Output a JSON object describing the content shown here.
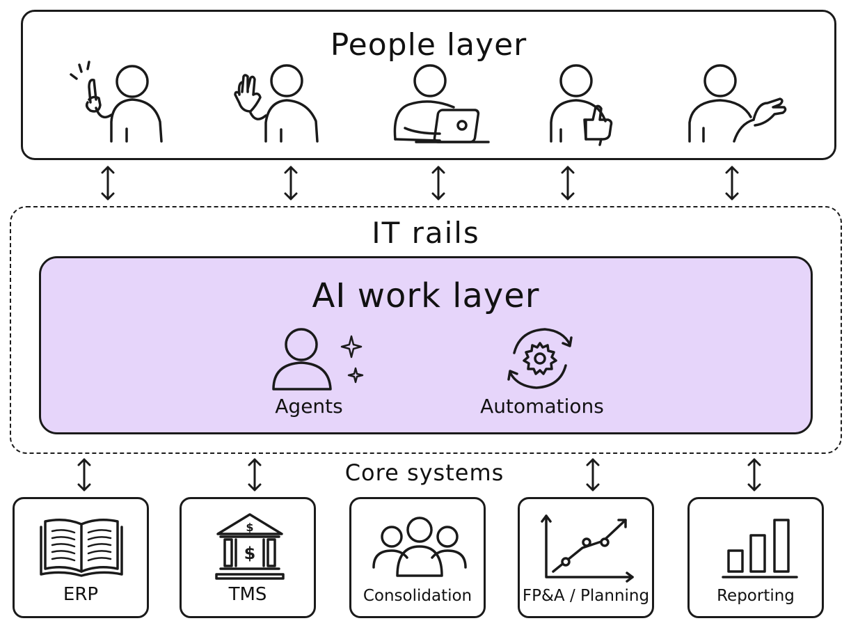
{
  "people_layer": {
    "title": "People layer",
    "people": [
      {
        "name": "person-pointing-icon"
      },
      {
        "name": "person-waving-icon"
      },
      {
        "name": "person-laptop-icon"
      },
      {
        "name": "person-thumbs-up-icon"
      },
      {
        "name": "person-presenting-icon"
      }
    ]
  },
  "it_rails": {
    "title": "IT rails"
  },
  "ai_work_layer": {
    "title": "AI work layer",
    "items": [
      {
        "label": "Agents",
        "icon": "agent-sparkle-icon"
      },
      {
        "label": "Automations",
        "icon": "gear-cycle-icon"
      }
    ],
    "fill_color": "#e6d5fa"
  },
  "core_systems": {
    "title": "Core systems",
    "systems": [
      {
        "label": "ERP",
        "icon": "open-book-icon"
      },
      {
        "label": "TMS",
        "icon": "bank-dollar-icon"
      },
      {
        "label": "Consolidation",
        "icon": "group-icon"
      },
      {
        "label": "FP&A / Planning",
        "icon": "line-chart-icon"
      },
      {
        "label": "Reporting",
        "icon": "bar-chart-icon"
      }
    ]
  }
}
